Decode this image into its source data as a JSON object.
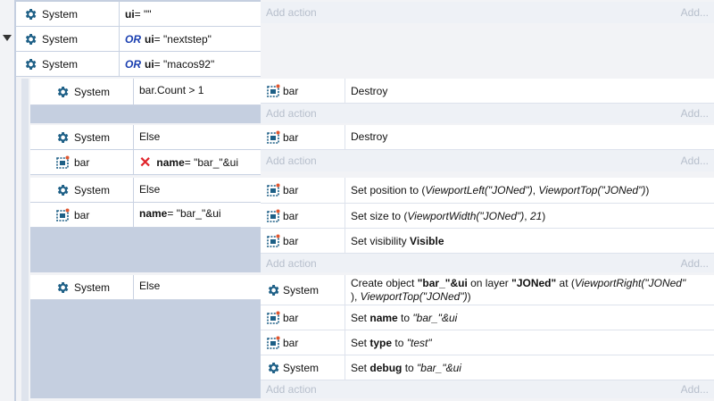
{
  "labels": {
    "add_action": "Add action",
    "add_more": "Add..."
  },
  "event1": {
    "conditions": [
      {
        "object": "System",
        "or": "",
        "param": "ui",
        "rest": " = \"\""
      },
      {
        "object": "System",
        "or": "OR",
        "param": "ui",
        "rest": " = \"nextstep\""
      },
      {
        "object": "System",
        "or": "OR",
        "param": "ui",
        "rest": " = \"macos92\""
      }
    ]
  },
  "event2": {
    "condition": {
      "object": "System",
      "text": "bar.Count > 1"
    },
    "actions": [
      {
        "object": "bar",
        "text": "Destroy"
      }
    ]
  },
  "event3": {
    "conditions": [
      {
        "object": "System",
        "text": "Else"
      },
      {
        "object": "bar",
        "invert": "✕",
        "param": "name",
        "rest": " = \"bar_\"&ui"
      }
    ],
    "actions": [
      {
        "object": "bar",
        "text": "Destroy"
      }
    ]
  },
  "event4": {
    "conditions": [
      {
        "object": "System",
        "text": "Else"
      },
      {
        "object": "bar",
        "param": "name",
        "rest": " = \"bar_\"&ui"
      }
    ],
    "actions": [
      {
        "object": "bar",
        "pre": "Set position to (",
        "arg1": "ViewportLeft(\"JONed\")",
        "mid": ", ",
        "arg2": "ViewportTop(\"JONed\")",
        "post": ")"
      },
      {
        "object": "bar",
        "pre": "Set size to (",
        "arg1": "ViewportWidth(\"JONed\")",
        "mid": ", ",
        "arg2": "21",
        "post": ")"
      },
      {
        "object": "bar",
        "pre": "Set visibility ",
        "bold": "Visible"
      }
    ]
  },
  "event5": {
    "condition": {
      "object": "System",
      "text": "Else"
    },
    "actions": [
      {
        "object": "System",
        "l1a": "Create object ",
        "l1b": "\"bar_\"&ui",
        "l1c": " on layer ",
        "l1d": "\"JONed\"",
        "l1e": " at (",
        "l1f": "ViewportRight(\"JONed\"",
        "l2a": "), ",
        "l2b": "ViewportTop(\"JONed\")",
        "l2c": ")"
      },
      {
        "object": "bar",
        "pre": "Set ",
        "bold": "name",
        "mid": " to ",
        "it": "\"bar_\"&ui"
      },
      {
        "object": "bar",
        "pre": "Set ",
        "bold": "type",
        "mid": " to ",
        "it": "\"test\""
      },
      {
        "object": "System",
        "pre": "Set ",
        "bold": "debug",
        "mid": " to ",
        "it": "\"bar_\"&ui"
      }
    ]
  },
  "colors": {
    "system_icon": "#1d5f86",
    "sprite_icon": "#1d5f86",
    "sprite_accent": "#e0562f",
    "invert_x": "#e0232a",
    "or_keyword": "#1a3fb0"
  }
}
